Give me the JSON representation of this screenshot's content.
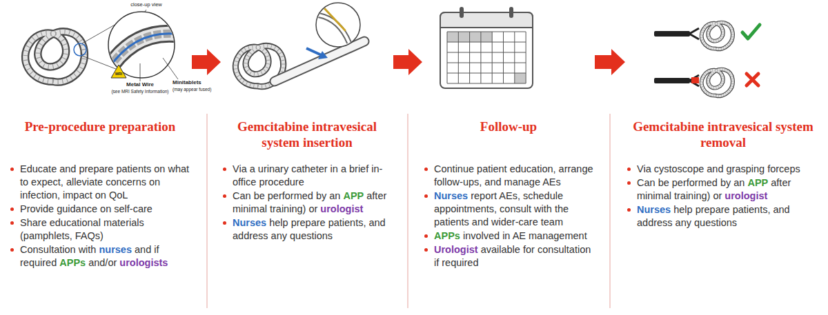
{
  "diagram": {
    "nodes": [
      {
        "text": [
          "Pre-procedure preparation",
          "Educate and prepare patients on what to expect, alleviate concerns on infection, impact on QoL",
          "Provide guidance on self-care",
          "Share educational materials (pamphlets, FAQs)",
          "Consultation with",
          "nurses",
          "and if required",
          "APPs",
          "and/or",
          "urologists"
        ]
      },
      {
        "text": [
          "Gemcitabine intravesical system insertion",
          "Via a urinary catheter in a brief in-office procedure",
          "Can be performed by an",
          "APP",
          "after minimal training) or",
          "urologist",
          "Nurses",
          "help prepare patients, and address any questions"
        ]
      },
      {
        "text": [
          "Follow-up",
          "Continue patient education, arrange follow-ups, and manage AEs",
          "Nurses",
          "report AEs, schedule appointments, consult with the patients and wider-care team",
          "APPs",
          "involved in AE management",
          "Urologist",
          "available for consultation if required"
        ]
      },
      {
        "text": [
          "Gemcitabine intravesical system removal",
          "Via cystoscope and grasping forceps",
          "Can be performed by an",
          "APP",
          "after minimal training) or",
          "urologist",
          "Nurses",
          "help prepare patients, and address any questions"
        ]
      }
    ],
    "edges": [
      {
        "from": 0,
        "to": 1,
        "arrow": "to"
      },
      {
        "from": 1,
        "to": 2,
        "arrow": "to"
      },
      {
        "from": 2,
        "to": 3,
        "arrow": "to"
      }
    ],
    "labels": [
      "close-up view",
      "MRI",
      "Metal Wire",
      "(see MRI Safety Information)",
      "Minitablets",
      "(may appear fused)"
    ]
  }
}
